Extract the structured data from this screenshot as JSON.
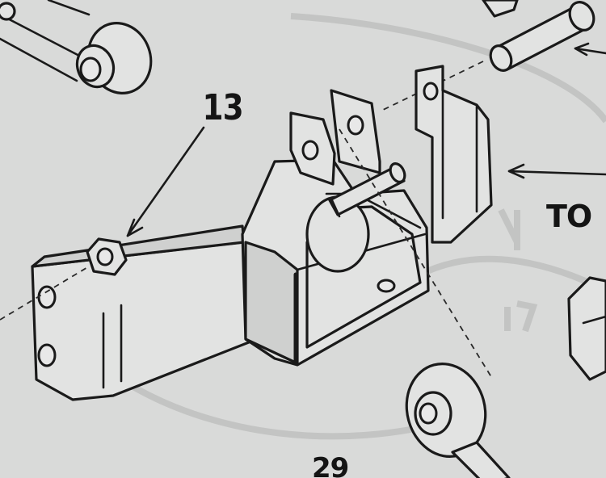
{
  "labels": {
    "callout_13": "13",
    "to_text": "TO",
    "figure_number": "29"
  },
  "colors": {
    "paper": "#d9dad9",
    "ink": "#1a1a1a",
    "ghost": "#c4c5c4"
  }
}
